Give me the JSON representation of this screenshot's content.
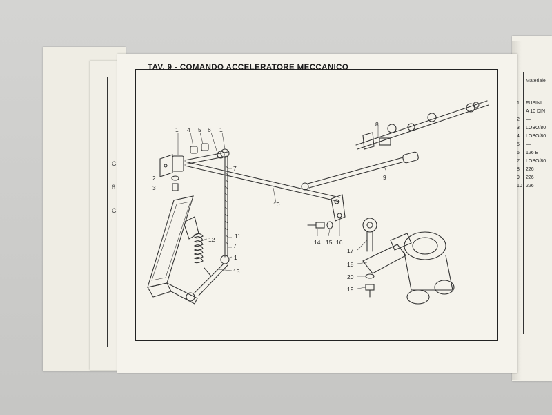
{
  "document": {
    "title": "TAV. 9 - COMANDO ACCELERATORE MECCANICO"
  },
  "callouts": [
    {
      "n": "1"
    },
    {
      "n": "4"
    },
    {
      "n": "5"
    },
    {
      "n": "6"
    },
    {
      "n": "1"
    },
    {
      "n": "7"
    },
    {
      "n": "2"
    },
    {
      "n": "3"
    },
    {
      "n": "8"
    },
    {
      "n": "9"
    },
    {
      "n": "10"
    },
    {
      "n": "11"
    },
    {
      "n": "12"
    },
    {
      "n": "7"
    },
    {
      "n": "1"
    },
    {
      "n": "13"
    },
    {
      "n": "14"
    },
    {
      "n": "15"
    },
    {
      "n": "16"
    },
    {
      "n": "17"
    },
    {
      "n": "18"
    },
    {
      "n": "20"
    },
    {
      "n": "19"
    }
  ],
  "side_table": {
    "header": "Materiale",
    "rows": [
      {
        "num": "1",
        "mat": "FUSINI"
      },
      {
        "num": "",
        "mat": "A 10 DIN"
      },
      {
        "num": "2",
        "mat": "—"
      },
      {
        "num": "3",
        "mat": "LOBO/80"
      },
      {
        "num": "4",
        "mat": "LOBO/80"
      },
      {
        "num": "5",
        "mat": "—"
      },
      {
        "num": "6",
        "mat": "126 E"
      },
      {
        "num": "7",
        "mat": "LOBO/80"
      },
      {
        "num": "8",
        "mat": "226"
      },
      {
        "num": "9",
        "mat": "226"
      },
      {
        "num": "10",
        "mat": "226"
      }
    ]
  },
  "underlying_page": {
    "marks": [
      "C",
      "6",
      "C"
    ]
  }
}
